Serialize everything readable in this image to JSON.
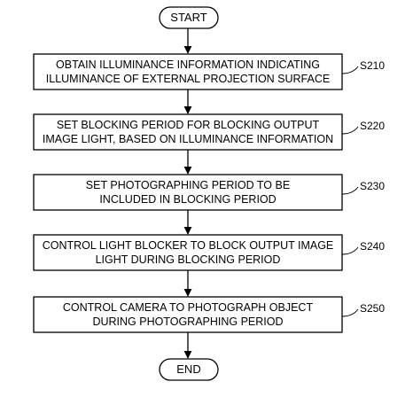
{
  "terminals": {
    "start": "START",
    "end": "END"
  },
  "steps": [
    {
      "id": "S210",
      "lines": [
        "OBTAIN ILLUMINANCE INFORMATION INDICATING",
        "ILLUMINANCE OF EXTERNAL PROJECTION SURFACE"
      ]
    },
    {
      "id": "S220",
      "lines": [
        "SET BLOCKING PERIOD FOR BLOCKING OUTPUT",
        "IMAGE LIGHT, BASED ON ILLUMINANCE INFORMATION"
      ]
    },
    {
      "id": "S230",
      "lines": [
        "SET PHOTOGRAPHING PERIOD TO BE",
        "INCLUDED IN BLOCKING PERIOD"
      ]
    },
    {
      "id": "S240",
      "lines": [
        "CONTROL LIGHT BLOCKER TO BLOCK OUTPUT IMAGE",
        "LIGHT DURING BLOCKING PERIOD"
      ]
    },
    {
      "id": "S250",
      "lines": [
        "CONTROL CAMERA TO PHOTOGRAPH OBJECT",
        "DURING PHOTOGRAPHING PERIOD"
      ]
    }
  ]
}
